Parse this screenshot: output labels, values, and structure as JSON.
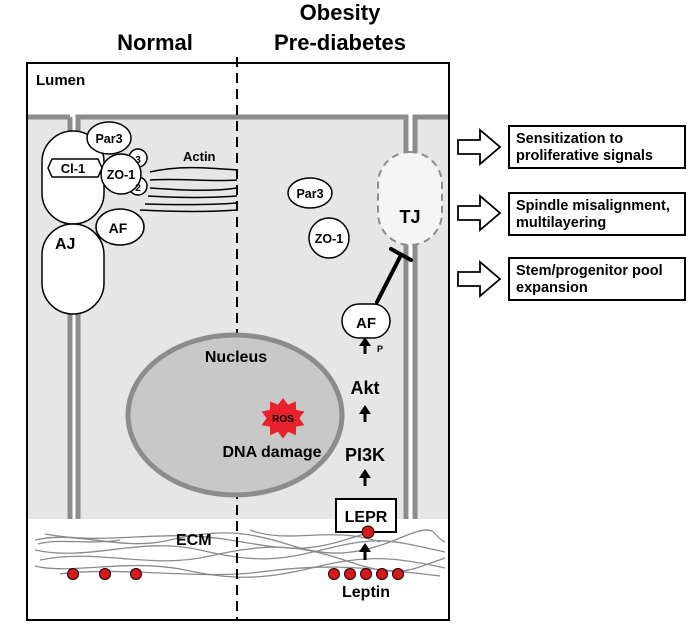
{
  "header": {
    "normal": "Normal",
    "obesity_line1": "Obesity",
    "obesity_line2": "Pre-diabetes"
  },
  "labels": {
    "lumen": "Lumen",
    "actin": "Actin",
    "par3": "Par3",
    "cl1": "Cl-1",
    "zo1": "ZO-1",
    "af": "AF",
    "aj": "AJ",
    "tj": "TJ",
    "num3": "3",
    "num2": "2",
    "p": "P",
    "nucleus": "Nucleus",
    "ros": "ROS",
    "dna_damage": "DNA damage",
    "akt": "Akt",
    "pi3k": "PI3K",
    "lepr": "LEPR",
    "ecm": "ECM",
    "leptin": "Leptin"
  },
  "outcomes": [
    {
      "line1": "Sensitization to",
      "line2": "proliferative signals"
    },
    {
      "line1": "Spindle misalignment,",
      "line2": "multilayering"
    },
    {
      "line1": "Stem/progenitor pool",
      "line2": "expansion"
    }
  ],
  "colors": {
    "cell_fill": "#e6e6e6",
    "membrane": "#8c8c8c",
    "nucleus_fill": "#c8c8c8",
    "ros": "#e8212a",
    "leptin": "#d7191c"
  }
}
